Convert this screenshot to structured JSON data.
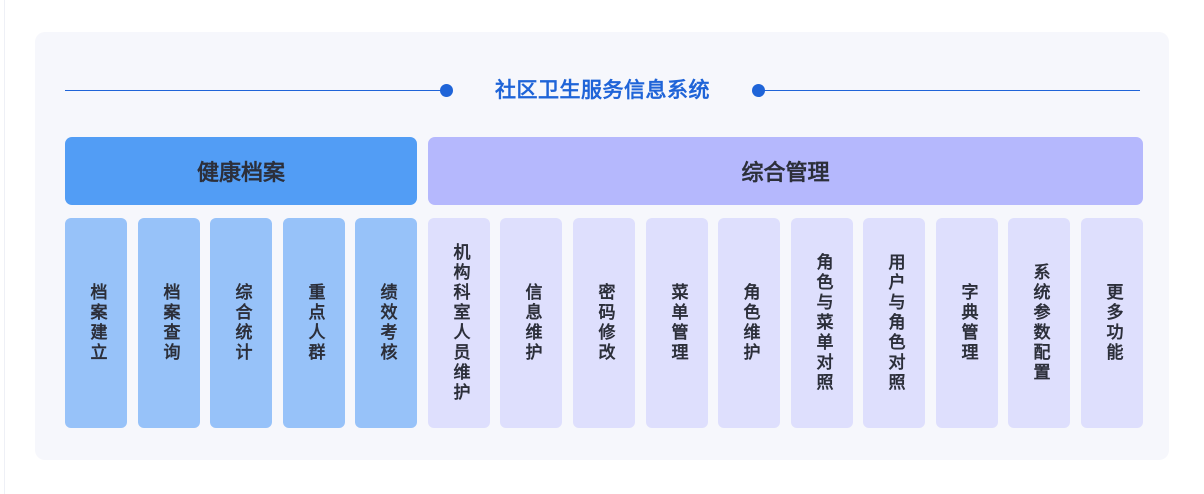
{
  "title": "社区卫生服务信息系统",
  "groups": {
    "health": {
      "label": "健康档案",
      "modules": [
        "档案建立",
        "档案查询",
        "综合统计",
        "重点人群",
        "绩效考核"
      ]
    },
    "management": {
      "label": "综合管理",
      "modules": [
        "机构科室人员维护",
        "信息维护",
        "密码修改",
        "菜单管理",
        "角色维护",
        "角色与菜单对照",
        "用户与角色对照",
        "字典管理",
        "系统参数配置",
        "更多功能"
      ]
    }
  },
  "colors": {
    "accent": "#1f64d8",
    "panel_bg": "#f6f7fc",
    "health_header": "#529df5",
    "health_module": "#97c2f9",
    "mgmt_header": "#b5b8fd",
    "mgmt_module": "#dedffd"
  }
}
